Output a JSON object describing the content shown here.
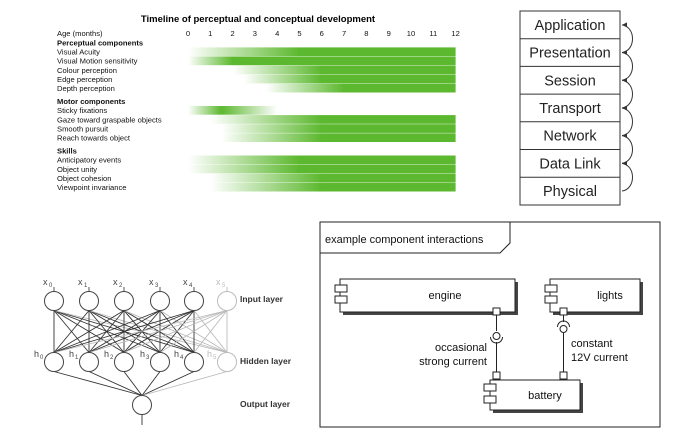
{
  "timeline": {
    "title": "Timeline of perceptual and conceptual development",
    "age_label": "Age (months)",
    "ages": [
      "0",
      "1",
      "2",
      "3",
      "4",
      "5",
      "6",
      "7",
      "8",
      "9",
      "10",
      "11",
      "12"
    ],
    "groups": [
      {
        "name": "Perceptual components",
        "rows": [
          {
            "label": "Visual Acuity",
            "fade_start": 0,
            "solid_start": 5,
            "end": 12
          },
          {
            "label": "Visual Motion sensitivity",
            "fade_start": 0,
            "solid_start": 2,
            "end": 12
          },
          {
            "label": "Colour perception",
            "fade_start": 2,
            "solid_start": 6,
            "end": 12
          },
          {
            "label": "Edge perception",
            "fade_start": 2.5,
            "solid_start": 6,
            "end": 12
          },
          {
            "label": "Depth perception",
            "fade_start": 3.5,
            "solid_start": 7,
            "end": 12
          }
        ]
      },
      {
        "name": "Motor components",
        "rows": [
          {
            "label": "Sticky fixations",
            "fade_start": 0,
            "peak": 1.5,
            "end": 4
          },
          {
            "label": "Gaze toward graspable objects",
            "fade_start": 1,
            "solid_start": 6,
            "end": 12
          },
          {
            "label": "Smooth pursuit",
            "fade_start": 1.5,
            "solid_start": 6,
            "end": 12
          },
          {
            "label": "Reach towards object",
            "fade_start": 1.5,
            "solid_start": 6,
            "end": 12
          }
        ]
      },
      {
        "name": "Skills",
        "rows": [
          {
            "label": "Anticipatory events",
            "fade_start": 0,
            "solid_start": 5,
            "end": 12
          },
          {
            "label": "Object unity",
            "fade_start": 0,
            "solid_start": 5,
            "end": 12
          },
          {
            "label": "Object cohesion",
            "fade_start": 1,
            "solid_start": 6,
            "end": 12
          },
          {
            "label": "Viewpoint invariance",
            "fade_start": 1,
            "solid_start": 6,
            "end": 12
          }
        ]
      }
    ],
    "bar_color": "#5cb82e"
  },
  "osi": {
    "layers": [
      "Application",
      "Presentation",
      "Session",
      "Transport",
      "Network",
      "Data Link",
      "Physical"
    ]
  },
  "network": {
    "inputs": [
      {
        "main": "x",
        "sub": "0"
      },
      {
        "main": "x",
        "sub": "1"
      },
      {
        "main": "x",
        "sub": "2"
      },
      {
        "main": "x",
        "sub": "3"
      },
      {
        "main": "x",
        "sub": "4"
      },
      {
        "main": "x",
        "sub": "5"
      }
    ],
    "hidden": [
      {
        "main": "h",
        "sub": "0"
      },
      {
        "main": "h",
        "sub": "1"
      },
      {
        "main": "h",
        "sub": "2"
      },
      {
        "main": "h",
        "sub": "3"
      },
      {
        "main": "h",
        "sub": "4"
      },
      {
        "main": "h",
        "sub": "5"
      }
    ],
    "input_label": "Input layer",
    "hidden_label": "Hidden layer",
    "output_label": "Output layer"
  },
  "uml": {
    "frame_title": "example component interactions",
    "engine": "engine",
    "lights": "lights",
    "battery": "battery",
    "left_note": [
      "occasional",
      "strong current"
    ],
    "right_note": [
      "constant",
      "12V current"
    ]
  }
}
